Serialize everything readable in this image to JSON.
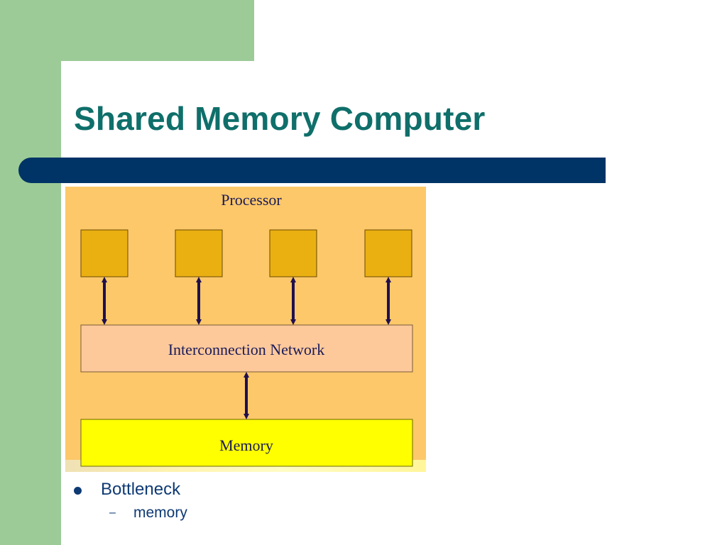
{
  "slide": {
    "title": "Shared Memory Computer",
    "diagram": {
      "processor_label": "Processor",
      "processor_count": 4,
      "network_label": "Interconnection Network",
      "memory_label": "Memory"
    },
    "bullets": [
      {
        "text": "Bottleneck",
        "sub": [
          {
            "text": "memory"
          }
        ]
      }
    ]
  },
  "colors": {
    "title": "#0f6f6a",
    "accent_bar": "#003366",
    "side_band": "#9dcb97",
    "figure_bg": "#fcc869",
    "processor": "#eab012",
    "network": "#fdc99b",
    "memory": "#ffff00",
    "arrow": "#1f0f4f",
    "bullet_text": "#0e3a74"
  }
}
